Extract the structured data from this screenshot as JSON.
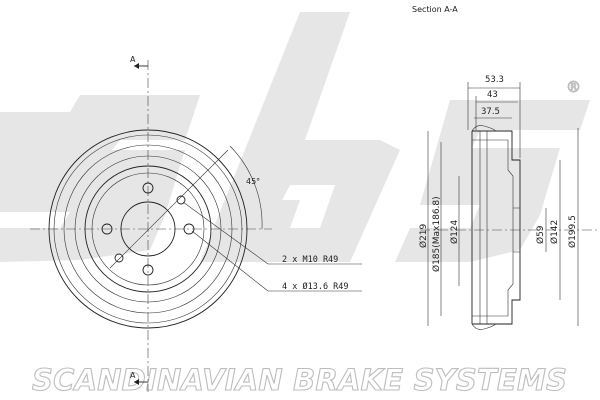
{
  "brand": {
    "text": "SCANDINAVIAN BRAKE SYSTEMS",
    "logo_text": "sbs",
    "registered_mark": "®",
    "watermark_color": "#e6e6e6"
  },
  "section_title": "Section A-A",
  "section_marks": {
    "top": "A",
    "bottom": "A"
  },
  "front_view": {
    "angle_label": "45°",
    "callouts": [
      {
        "text": "2 x M10   R49"
      },
      {
        "text": "4 x Ø13.6  R49"
      }
    ]
  },
  "section_view": {
    "top_dims": [
      "53.3",
      "43",
      "37.5"
    ],
    "left_dims": [
      "Ø219",
      "Ø185(Max186.8)",
      "Ø124"
    ],
    "right_dims": [
      "Ø59",
      "Ø142",
      "Ø199.5"
    ]
  }
}
